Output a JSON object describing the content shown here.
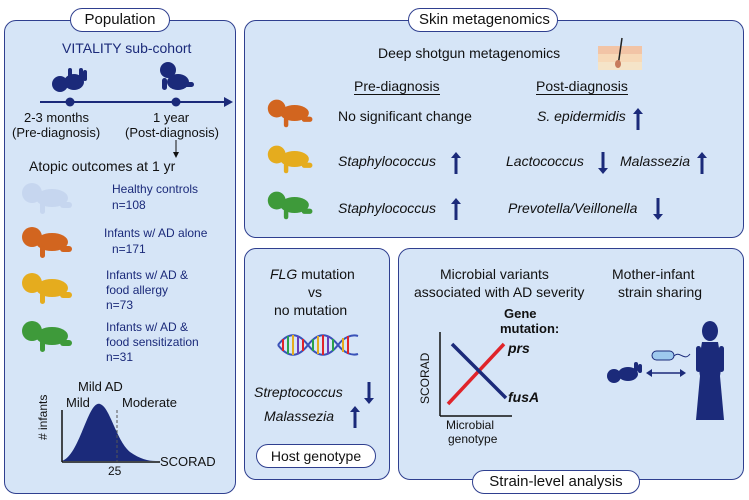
{
  "population": {
    "title": "Population",
    "cohort": "VITALITY sub-cohort",
    "timeline": {
      "t1_top": "2-3 months",
      "t1_bottom": "(Pre-diagnosis)",
      "t2_top": "1 year",
      "t2_bottom": "(Post-diagnosis)"
    },
    "outcomes_title": "Atopic outcomes at 1 yr",
    "groups": [
      {
        "line1": "Healthy controls",
        "line2": "",
        "n": "n=108",
        "color": "#c6d6ef"
      },
      {
        "line1": "Infants w/ AD alone",
        "line2": "",
        "n": "n=171",
        "color": "#d2651f"
      },
      {
        "line1": "Infants w/ AD &",
        "line2": "food allergy",
        "n": "n=73",
        "color": "#e5ac1e"
      },
      {
        "line1": "Infants w/ AD &",
        "line2": "food sensitization",
        "n": "n=31",
        "color": "#3e9a3a"
      }
    ],
    "scorad_plot": {
      "label_top": "Mild AD",
      "label_mild": "Mild",
      "label_moderate": "Moderate",
      "ylabel": "# infants",
      "xtick": "25",
      "xlabel": "SCORAD"
    }
  },
  "skin": {
    "title": "Skin metagenomics",
    "method": "Deep shotgun metagenomics",
    "col_pre": "Pre-diagnosis",
    "col_post": "Post-diagnosis",
    "rows": [
      {
        "pre": "No significant change",
        "post1": "S. epidermidis",
        "post1_dir": "up",
        "post2": "",
        "post2_dir": ""
      },
      {
        "pre": "Staphylococcus",
        "pre_dir": "up",
        "post1": "Lactococcus",
        "post1_dir": "down",
        "post2": "Malassezia",
        "post2_dir": "up"
      },
      {
        "pre": "Staphylococcus",
        "pre_dir": "up",
        "post1": "Prevotella/Veillonella",
        "post1_dir": "down",
        "post2": "",
        "post2_dir": ""
      }
    ]
  },
  "host": {
    "title": "Host genotype",
    "gene": "FLG",
    "gene_suffix": " mutation",
    "vs": "vs",
    "no_mutation": "no mutation",
    "taxa": [
      {
        "name": "Streptococcus",
        "dir": "down"
      },
      {
        "name": "Malassezia",
        "dir": "up"
      }
    ]
  },
  "strain": {
    "title": "Strain-level analysis",
    "variants_line1": "Microbial variants",
    "variants_line2": "associated with AD severity",
    "sharing_line1": "Mother-infant",
    "sharing_line2": "strain sharing",
    "gene_label_line1": "Gene",
    "gene_label_line2": "mutation:",
    "gene_up": "prs",
    "gene_down": "fusA",
    "ylabel": "SCORAD",
    "xlabel_line1": "Microbial",
    "xlabel_line2": "genotype"
  },
  "colors": {
    "panel_bg": "#d6e5f7",
    "border": "#2f3f8f",
    "navy": "#1b2a7a",
    "red_line": "#e0242a"
  }
}
